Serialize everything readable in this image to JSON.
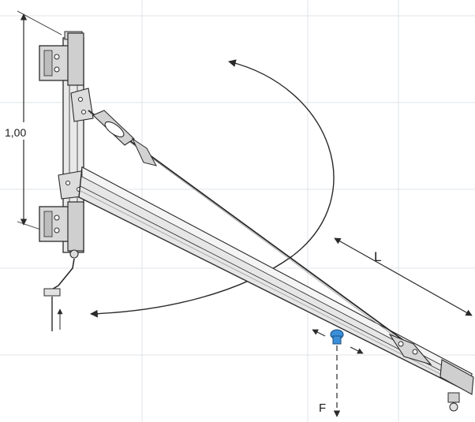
{
  "labels": {
    "height_dimension": "1,00",
    "length_label": "L",
    "force_label": "F"
  },
  "colors": {
    "line": "#2a2a2a",
    "beam_fill": "#e6e6e6",
    "beam_shade": "#bdbdbd",
    "trolley": "#3b8fd9",
    "faint": "#d9dde3"
  },
  "icons": {
    "dimension_arrow": "double-arrow",
    "swing_arrow": "curved-arrow",
    "load_arrow": "dashed-arrow"
  }
}
